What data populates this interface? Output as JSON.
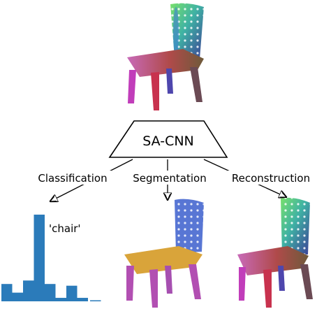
{
  "network": {
    "label": "SA-CNN"
  },
  "tasks": [
    {
      "label": "Classification"
    },
    {
      "label": "Segmentation"
    },
    {
      "label": "Reconstruction"
    }
  ],
  "classification": {
    "predicted_label": "'chair'",
    "histogram_color": "#2b7bba",
    "histogram_values": [
      0.2,
      0.1,
      0.24,
      1.0,
      0.2,
      0.04,
      0.18,
      0.04,
      0.01
    ]
  },
  "colors": {
    "segmentation_back": "#5876d4",
    "segmentation_seat": "#d9a43a",
    "segmentation_legs": "#b24fb2"
  }
}
